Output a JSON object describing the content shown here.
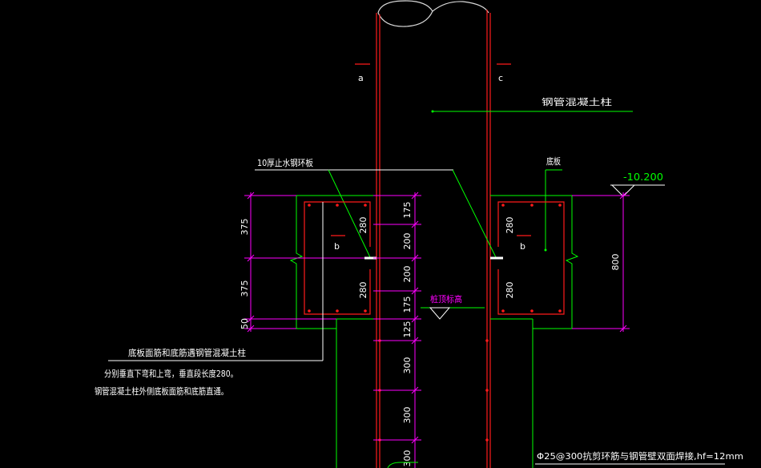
{
  "colors": {
    "background": "#000000",
    "tube": "#ff1a1a",
    "rebar": "#ff1a1a",
    "concrete_outline": "#00ff00",
    "leader": "#00ff00",
    "dimension": "#ff00ff",
    "text": "#ffffff",
    "elevation_text": "#00ff00",
    "pile_top_text": "#ff00ff",
    "break_line": "#d9d9d9"
  },
  "section_marks": {
    "top_left": "a",
    "top_right": "c",
    "slab_left": "b",
    "slab_right": "b"
  },
  "labels": {
    "steel_tube_column": "钢管混凝土柱",
    "water_stop_ring_plate": "10厚止水钢环板",
    "base_slab": "底板",
    "slab_top_elevation": "-10.200",
    "pile_top_elevation": "桩顶标高"
  },
  "notes": {
    "slab_rebar": [
      "底板面筋和底筋遇钢管混凝土柱",
      "分别垂直下弯和上弯，垂直段长度280。",
      "钢管混凝土柱外侧底板面筋和底筋直通。"
    ],
    "shear_ring": "Φ25@300抗剪环筋与钢管壁双面焊接,hf=12mm"
  },
  "dimensions": {
    "left_chain": [
      "375",
      "375",
      "50"
    ],
    "right_chain": [
      "800"
    ],
    "center_chain": [
      "175",
      "200",
      "200",
      "175",
      "125",
      "300",
      "300",
      "300"
    ],
    "bent_bar_left": [
      "280",
      "280"
    ],
    "bent_bar_right": [
      "280",
      "280"
    ]
  }
}
